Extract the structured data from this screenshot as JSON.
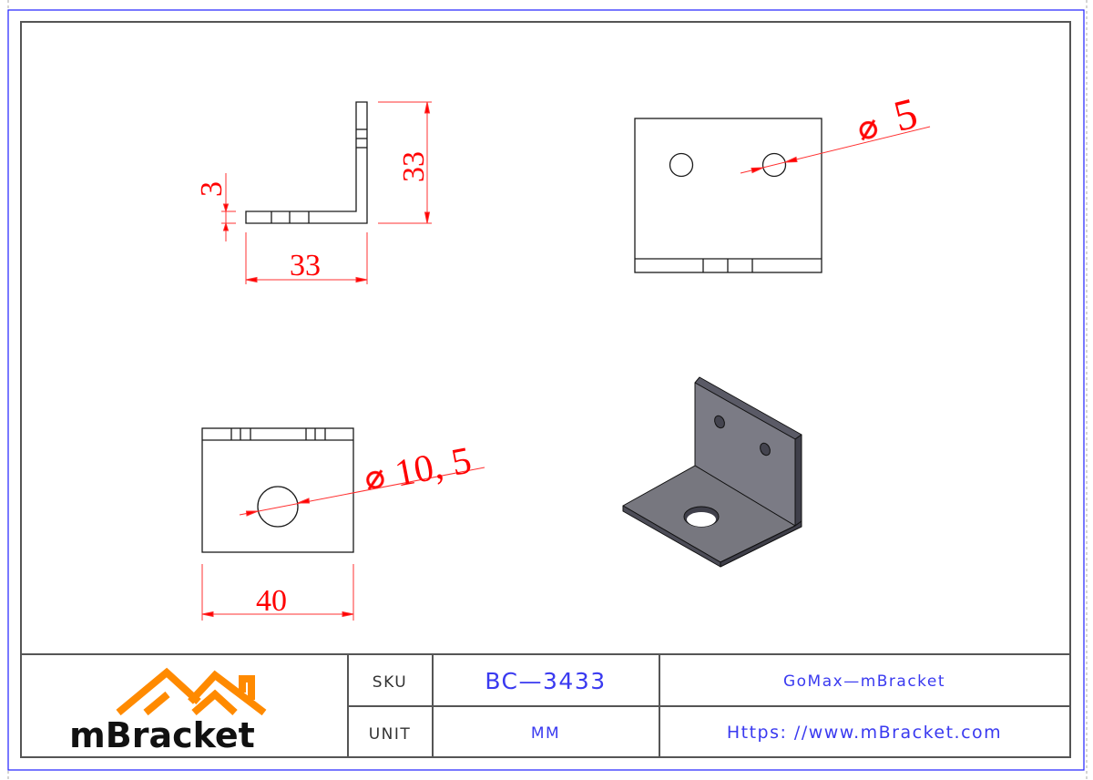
{
  "colors": {
    "outer_border": "#2020ff",
    "frame": "#555555",
    "geometry": "#1a1a1a",
    "dimension": "#ff0000",
    "title_value": "#3a3af0",
    "logo_orange": "#ff8a00",
    "logo_text": "#111111",
    "iso_face": "#77777f",
    "iso_dark": "#4c4c57"
  },
  "views": {
    "side_view": {
      "dim_thickness": "3",
      "dim_width": "33",
      "dim_height": "33"
    },
    "top_view": {
      "hole_diameter_label": "⌀5",
      "hole_symbol": "⌀",
      "hole_value": "5"
    },
    "front_view": {
      "hole_symbol": "⌀",
      "hole_value": "10, 5",
      "dim_width": "40"
    },
    "iso_view": {
      "description": "Isometric L-bracket with two small holes on vertical leg and one large hole on base"
    }
  },
  "title_block": {
    "logo": {
      "text": "mBracket"
    },
    "rows": [
      {
        "label": "SKU",
        "value": "BC-3433",
        "info": "GoMax-mBracket"
      },
      {
        "label": "UNIT",
        "value": "MM",
        "info": "Https://www.mBracket.com"
      }
    ],
    "sku_label": "SKU",
    "sku_value": "BC—3433",
    "unit_label": "UNIT",
    "unit_value": "MM",
    "company": "GoMax—mBracket",
    "website": "Https: //www.mBracket.com"
  }
}
